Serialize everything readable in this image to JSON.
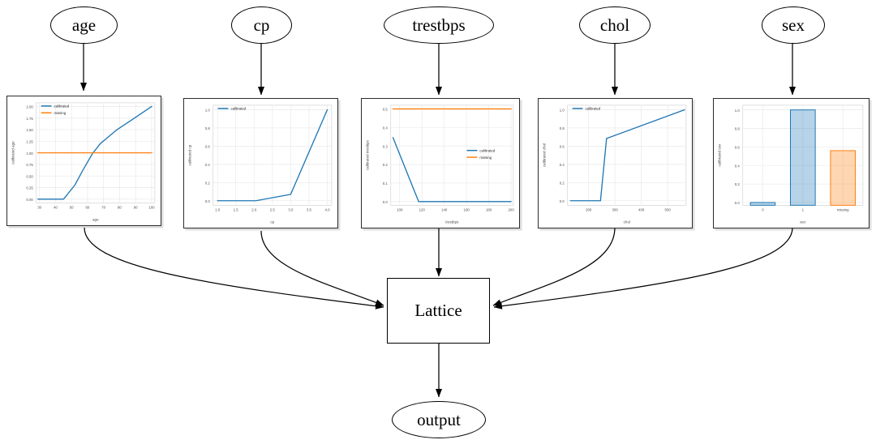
{
  "graph": {
    "input_nodes": [
      {
        "id": "age",
        "label": "age"
      },
      {
        "id": "cp",
        "label": "cp"
      },
      {
        "id": "trestbps",
        "label": "trestbps"
      },
      {
        "id": "chol",
        "label": "chol"
      },
      {
        "id": "sex",
        "label": "sex"
      }
    ],
    "lattice_label": "Lattice",
    "output_label": "output",
    "edge_color": "#000000"
  },
  "legend_labels": {
    "calibrated": "calibrated",
    "missing": "missing"
  },
  "colors": {
    "calibrated": "#1f77b4",
    "missing": "#ff7f0e",
    "grid": "#e9e9e9",
    "axis_text": "#4d4d4d",
    "panel_border": "#2b2b2b"
  },
  "chart_data": [
    {
      "id": "age",
      "type": "line",
      "title": "",
      "xlabel": "age",
      "ylabel": "calibrated age",
      "xlim": [
        28,
        102
      ],
      "ylim": [
        -0.08,
        2.08
      ],
      "xticks": [
        30,
        40,
        50,
        60,
        70,
        80,
        90,
        100
      ],
      "xticklabels": [
        "30",
        "40",
        "50",
        "60",
        "70",
        "80",
        "90",
        "100"
      ],
      "yticks": [
        0.0,
        0.25,
        0.5,
        0.75,
        1.0,
        1.25,
        1.5,
        1.75,
        2.0
      ],
      "yticklabels": [
        "0.00",
        "0.25",
        "0.50",
        "0.75",
        "1.00",
        "1.25",
        "1.50",
        "1.75",
        "2.00"
      ],
      "grid": true,
      "legend": "upper left",
      "series": [
        {
          "name": "calibrated",
          "color": "#1f77b4",
          "x": [
            29,
            45,
            52,
            57,
            63,
            68,
            78,
            88,
            100
          ],
          "y": [
            0.0,
            0.0,
            0.3,
            0.62,
            0.98,
            1.2,
            1.49,
            1.72,
            2.0
          ]
        },
        {
          "name": "missing",
          "color": "#ff7f0e",
          "x": [
            29,
            100
          ],
          "y": [
            1.0,
            1.0
          ]
        }
      ]
    },
    {
      "id": "cp",
      "type": "line",
      "title": "",
      "xlabel": "cp",
      "ylabel": "calibrated cp",
      "xlim": [
        0.88,
        4.12
      ],
      "ylim": [
        -0.05,
        1.05
      ],
      "xticks": [
        1.0,
        1.5,
        2.0,
        2.5,
        3.0,
        3.5,
        4.0
      ],
      "xticklabels": [
        "1.0",
        "1.5",
        "2.0",
        "2.5",
        "3.0",
        "3.5",
        "4.0"
      ],
      "yticks": [
        0.0,
        0.2,
        0.4,
        0.6,
        0.8,
        1.0
      ],
      "yticklabels": [
        "0.0",
        "0.2",
        "0.4",
        "0.6",
        "0.8",
        "1.0"
      ],
      "grid": true,
      "legend": "upper left",
      "series": [
        {
          "name": "calibrated",
          "color": "#1f77b4",
          "x": [
            1.0,
            2.05,
            3.0,
            4.0
          ],
          "y": [
            0.0,
            0.0,
            0.07,
            1.0
          ]
        }
      ]
    },
    {
      "id": "trestbps",
      "type": "line",
      "title": "",
      "xlabel": "trestbps",
      "ylabel": "calibrated trestbps",
      "xlim": [
        92,
        202
      ],
      "ylim": [
        -0.02,
        0.52
      ],
      "xticks": [
        100,
        120,
        140,
        160,
        180,
        200
      ],
      "xticklabels": [
        "100",
        "120",
        "140",
        "160",
        "180",
        "200"
      ],
      "yticks": [
        0.0,
        0.1,
        0.2,
        0.3,
        0.4,
        0.5
      ],
      "yticklabels": [
        "0.0",
        "0.1",
        "0.2",
        "0.3",
        "0.4",
        "0.5"
      ],
      "grid": true,
      "legend": "center right",
      "series": [
        {
          "name": "calibrated",
          "color": "#1f77b4",
          "x": [
            94,
            117,
            200
          ],
          "y": [
            0.345,
            0.0,
            0.0
          ]
        },
        {
          "name": "missing",
          "color": "#ff7f0e",
          "x": [
            94,
            200
          ],
          "y": [
            0.5,
            0.5
          ]
        }
      ]
    },
    {
      "id": "chol",
      "type": "line",
      "title": "",
      "xlabel": "chol",
      "ylabel": "calibrated chol",
      "xlim": [
        120,
        570
      ],
      "ylim": [
        -0.05,
        1.05
      ],
      "xticks": [
        200,
        300,
        400,
        500
      ],
      "xticklabels": [
        "200",
        "300",
        "400",
        "500"
      ],
      "yticks": [
        0.0,
        0.2,
        0.4,
        0.6,
        0.8,
        1.0
      ],
      "yticklabels": [
        "0.0",
        "0.2",
        "0.4",
        "0.6",
        "0.8",
        "1.0"
      ],
      "grid": true,
      "legend": "upper left",
      "series": [
        {
          "name": "calibrated",
          "color": "#1f77b4",
          "x": [
            131,
            245,
            268,
            564
          ],
          "y": [
            0.0,
            0.0,
            0.685,
            1.0
          ]
        }
      ]
    },
    {
      "id": "sex",
      "type": "bar",
      "title": "",
      "xlabel": "sex",
      "ylabel": "calibrated sex",
      "categories": [
        "0",
        "1",
        "missing"
      ],
      "values": [
        0.0,
        1.0,
        0.56
      ],
      "bar_colors": [
        "#1f77b4",
        "#1f77b4",
        "#ff7f0e"
      ],
      "ylim": [
        -0.03,
        1.05
      ],
      "yticks": [
        0.0,
        0.2,
        0.4,
        0.6,
        0.8,
        1.0
      ],
      "yticklabels": [
        "0.0",
        "0.2",
        "0.4",
        "0.6",
        "0.8",
        "1.0"
      ],
      "grid": true,
      "legend": "none"
    }
  ]
}
